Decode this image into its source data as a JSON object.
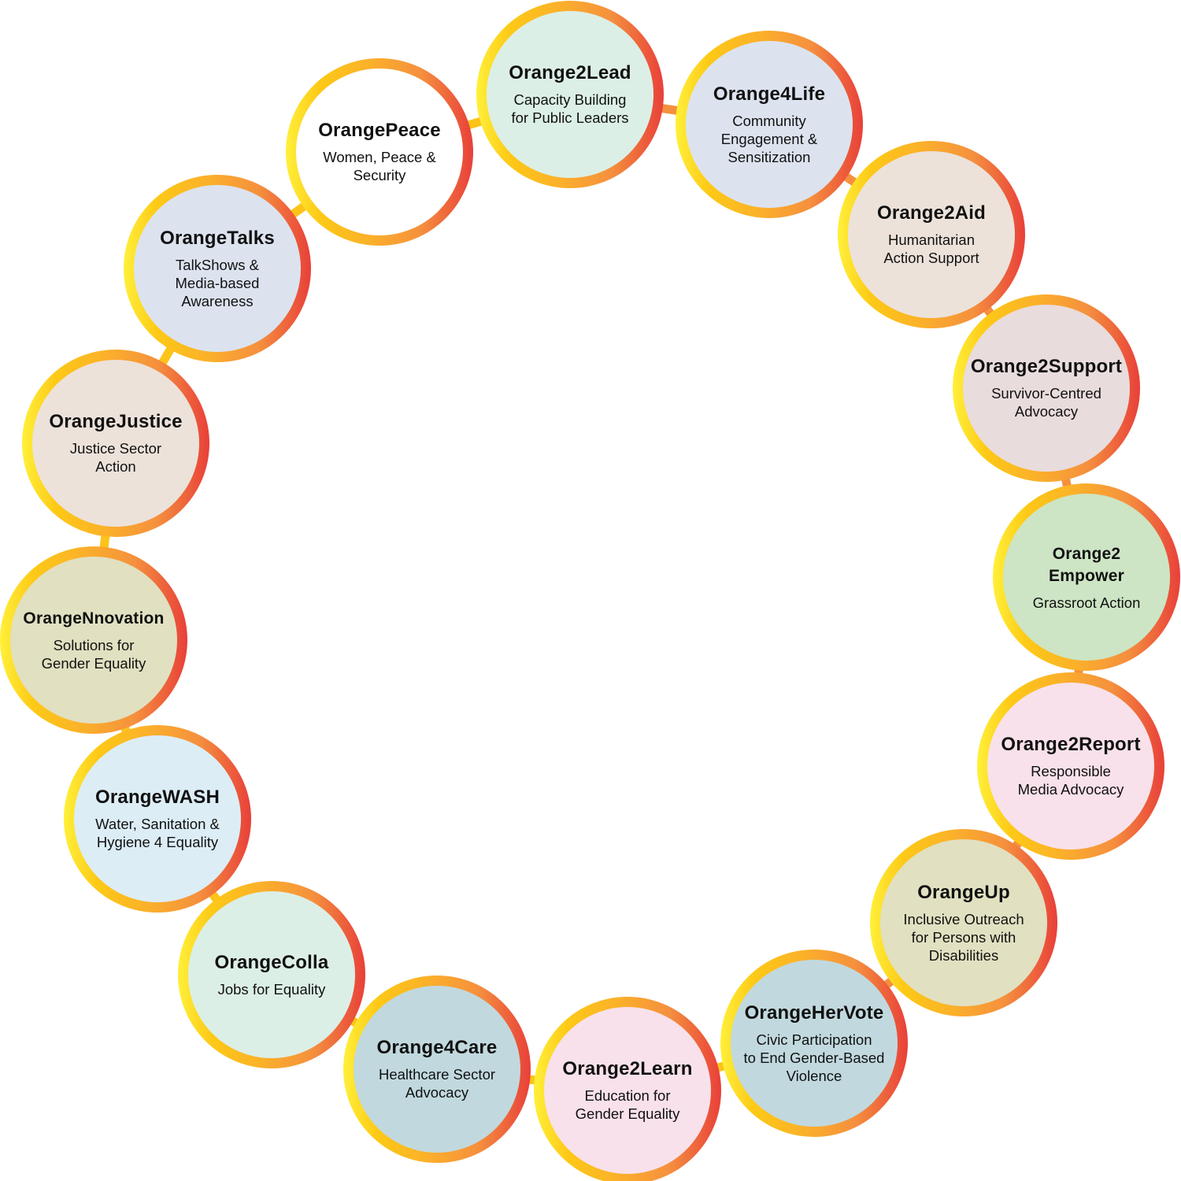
{
  "ring_gradient": [
    "#fff03a",
    "#fdc916",
    "#fbb02a",
    "#f5903e",
    "#e8403a"
  ],
  "nodes": [
    {
      "title": "Orange2Lead",
      "subtitle": "Capacity Building\nfor Public Leaders",
      "fill": "#dcefe6"
    },
    {
      "title": "Orange4Life",
      "subtitle": "Community\nEngagement &\nSensitization",
      "fill": "#dce3ef"
    },
    {
      "title": "Orange2Aid",
      "subtitle": "Humanitarian\nAction Support",
      "fill": "#ece2da"
    },
    {
      "title": "Orange2Support",
      "subtitle": "Survivor-Centred\nAdvocacy",
      "fill": "#e9dcdc"
    },
    {
      "title": "Orange2\nEmpower",
      "subtitle": "Grassroot Action",
      "fill": "#cde5c4"
    },
    {
      "title": "Orange2Report",
      "subtitle": "Responsible\nMedia Advocacy",
      "fill": "#f8e1ea"
    },
    {
      "title": "OrangeUp",
      "subtitle": "Inclusive Outreach\nfor Persons with\nDisabilities",
      "fill": "#e1e0c1"
    },
    {
      "title": "OrangeHerVote",
      "subtitle": "Civic Participation\nto End Gender-Based\nViolence",
      "fill": "#c1d9de"
    },
    {
      "title": "Orange2Learn",
      "subtitle": "Education for\nGender Equality",
      "fill": "#f8e1ea"
    },
    {
      "title": "Orange4Care",
      "subtitle": "Healthcare Sector\nAdvocacy",
      "fill": "#c1d9de"
    },
    {
      "title": "OrangeColla",
      "subtitle": "Jobs for Equality",
      "fill": "#dcefe6"
    },
    {
      "title": "OrangeWASH",
      "subtitle": "Water, Sanitation &\nHygiene 4 Equality",
      "fill": "#dcedf6"
    },
    {
      "title": "OrangeNnovation",
      "subtitle": "Solutions for\nGender Equality",
      "fill": "#e1e0c1"
    },
    {
      "title": "OrangeJustice",
      "subtitle": "Justice Sector\nAction",
      "fill": "#ece2da"
    },
    {
      "title": "OrangeTalks",
      "subtitle": "TalkShows &\nMedia-based\nAwareness",
      "fill": "#dce3ef"
    },
    {
      "title": "OrangePeace",
      "subtitle": "Women, Peace &\nSecurity",
      "fill": "#ffffff"
    }
  ]
}
